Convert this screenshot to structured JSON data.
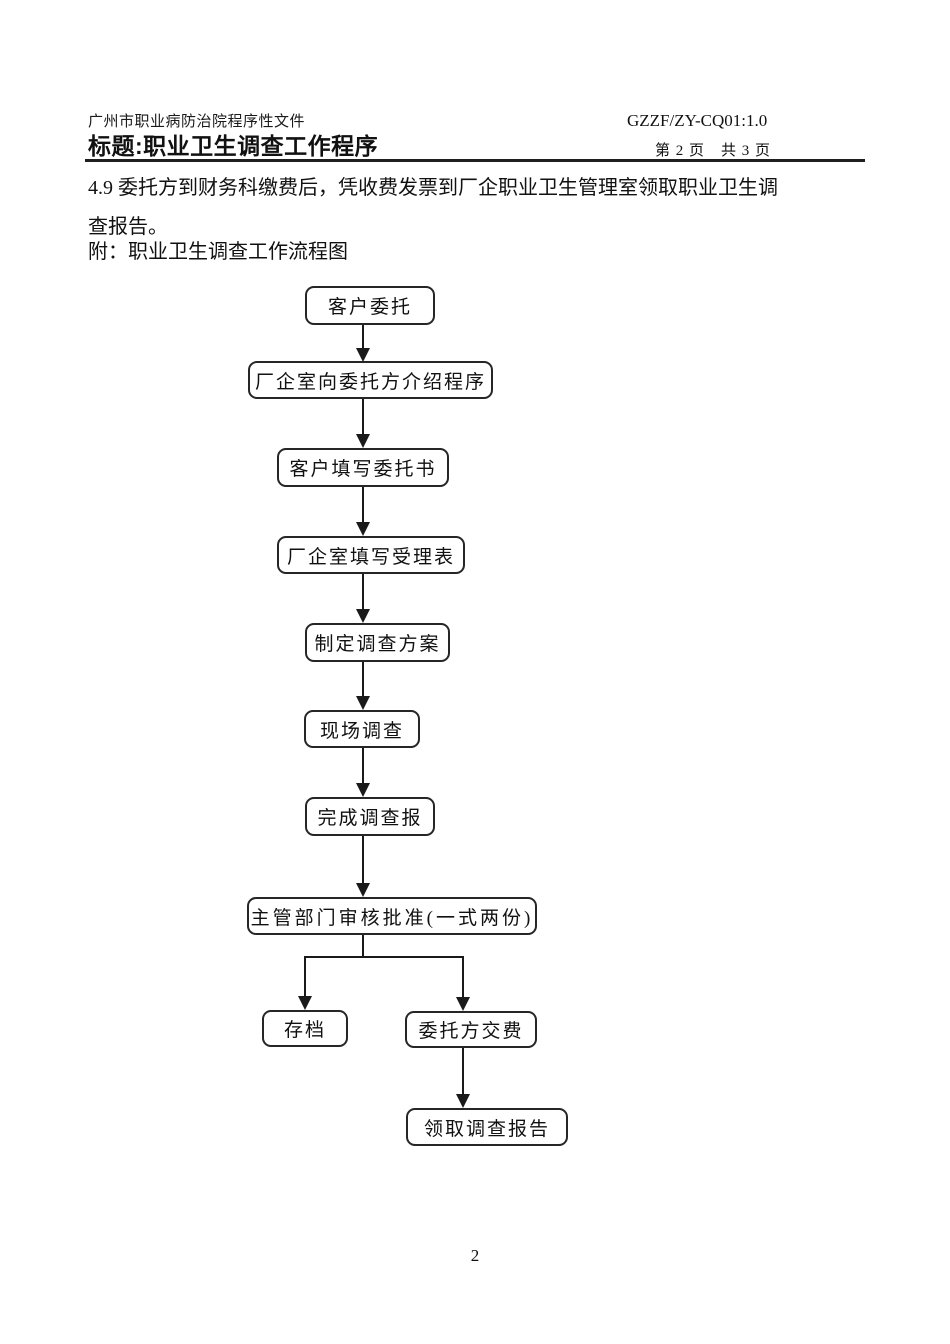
{
  "header": {
    "org_line": "广州市职业病防治院程序性文件",
    "title": "标题:职业卫生调查工作程序",
    "doc_code": "GZZF/ZY-CQ01:1.0",
    "page_info": "第 2 页　共 3 页"
  },
  "body": {
    "para_line1": "4.9 委托方到财务科缴费后，凭收费发票到厂企职业卫生管理室领取职业卫生调",
    "para_line2": "查报告。",
    "attachment_line": "附：职业卫生调查工作流程图"
  },
  "flowchart": {
    "nodes": [
      {
        "id": "client-entrust",
        "label": "客户委托"
      },
      {
        "id": "introduce-procedure",
        "label": "厂企室向委托方介绍程序"
      },
      {
        "id": "client-fills-entrust-form",
        "label": "客户填写委托书"
      },
      {
        "id": "office-fills-acceptance",
        "label": "厂企室填写受理表"
      },
      {
        "id": "make-investigation-plan",
        "label": "制定调查方案"
      },
      {
        "id": "site-investigation",
        "label": "现场调查"
      },
      {
        "id": "complete-report",
        "label": "完成调查报"
      },
      {
        "id": "supervisor-approval",
        "label": "主管部门审核批准(一式两份)"
      },
      {
        "id": "archive",
        "label": "存档"
      },
      {
        "id": "client-pays",
        "label": "委托方交费"
      },
      {
        "id": "receive-report",
        "label": "领取调查报告"
      }
    ]
  },
  "footer": {
    "page_number": "2"
  }
}
